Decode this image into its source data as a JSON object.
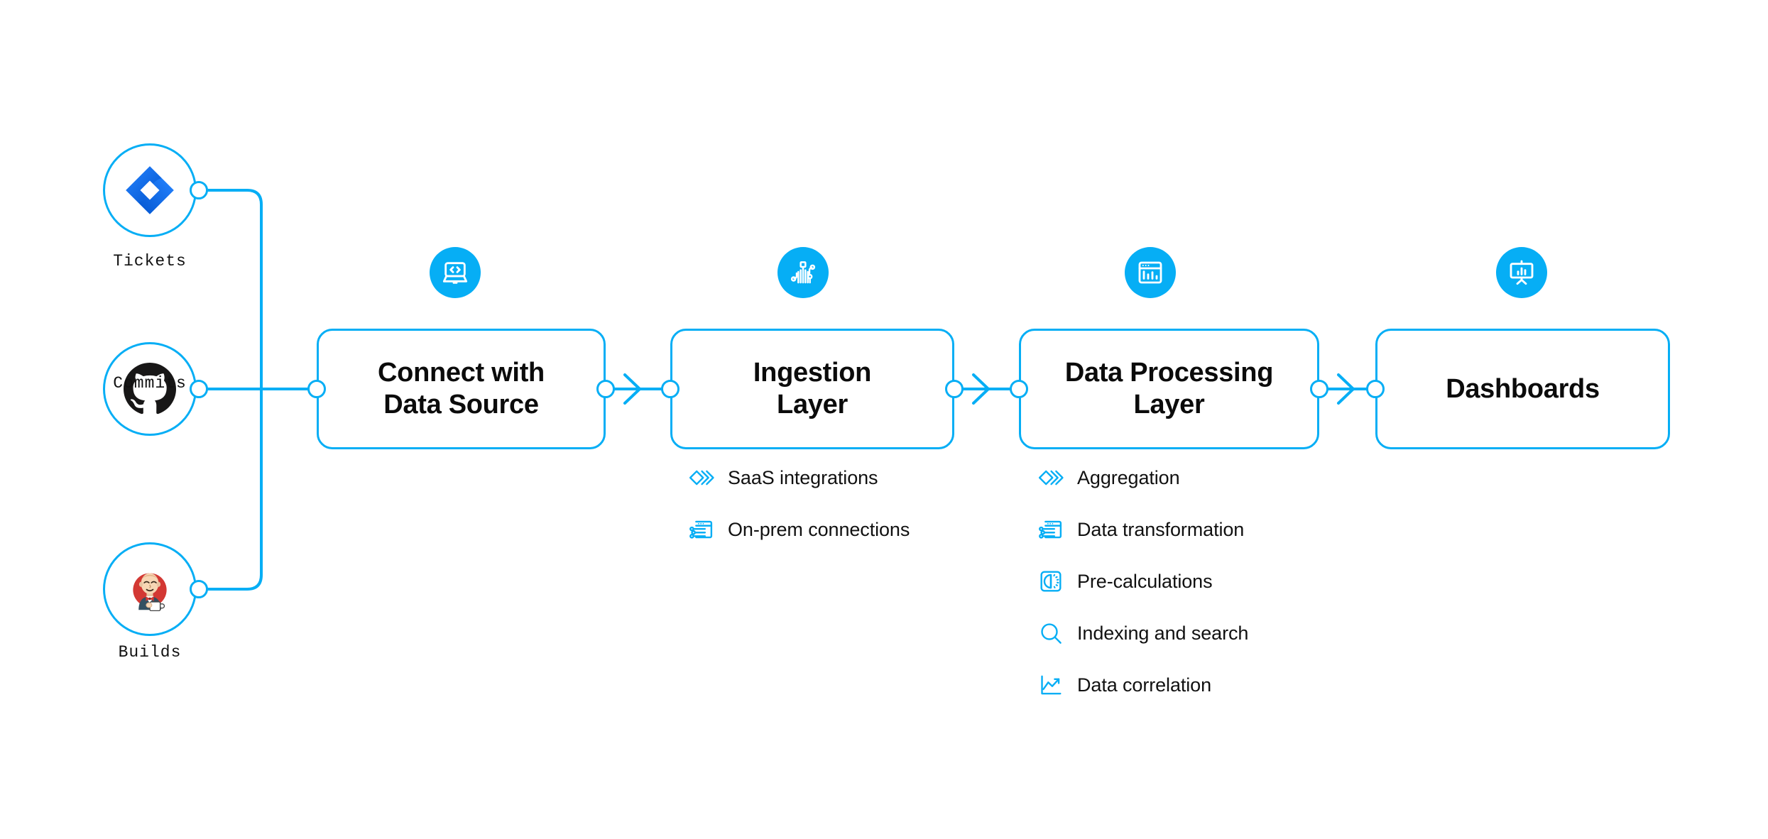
{
  "theme": {
    "accent": "#06AEF5",
    "text": "#111111",
    "background": "#FFFFFF",
    "jira_blue": "#2684FF",
    "github_black": "#181717",
    "jenkins_red": "#D33833"
  },
  "sources": [
    {
      "id": "tickets",
      "label": "Tickets",
      "icon": "jira-icon"
    },
    {
      "id": "commits",
      "label": "Commits",
      "icon": "github-icon"
    },
    {
      "id": "builds",
      "label": "Builds",
      "icon": "jenkins-icon"
    }
  ],
  "stages": [
    {
      "id": "connect-with-data-source",
      "title_line1": "Connect with",
      "title_line2": "Data Source",
      "icon": "laptop-code-icon",
      "features": []
    },
    {
      "id": "ingestion-layer",
      "title_line1": "Ingestion",
      "title_line2": "Layer",
      "icon": "circuit-network-icon",
      "features": [
        {
          "label": "SaaS integrations",
          "icon": "layered-chevrons-icon"
        },
        {
          "label": "On-prem connections",
          "icon": "browser-sliders-icon"
        }
      ]
    },
    {
      "id": "data-processing-layer",
      "title_line1": "Data Processing",
      "title_line2": "Layer",
      "icon": "browser-barchart-icon",
      "features": [
        {
          "label": "Aggregation",
          "icon": "layered-chevrons-icon"
        },
        {
          "label": "Data transformation",
          "icon": "browser-sliders-icon"
        },
        {
          "label": "Pre-calculations",
          "icon": "gauge-square-icon"
        },
        {
          "label": "Indexing and search",
          "icon": "magnifier-icon"
        },
        {
          "label": "Data correlation",
          "icon": "line-chart-icon"
        }
      ]
    },
    {
      "id": "dashboards",
      "title_line1": "Dashboards",
      "title_line2": "",
      "icon": "presentation-chart-icon",
      "features": []
    }
  ],
  "connectors": [
    {
      "from": "connect-with-data-source",
      "to": "ingestion-layer",
      "arrow": "chevron-right"
    },
    {
      "from": "ingestion-layer",
      "to": "data-processing-layer",
      "arrow": "chevron-right"
    },
    {
      "from": "data-processing-layer",
      "to": "dashboards",
      "arrow": "chevron-right"
    }
  ]
}
